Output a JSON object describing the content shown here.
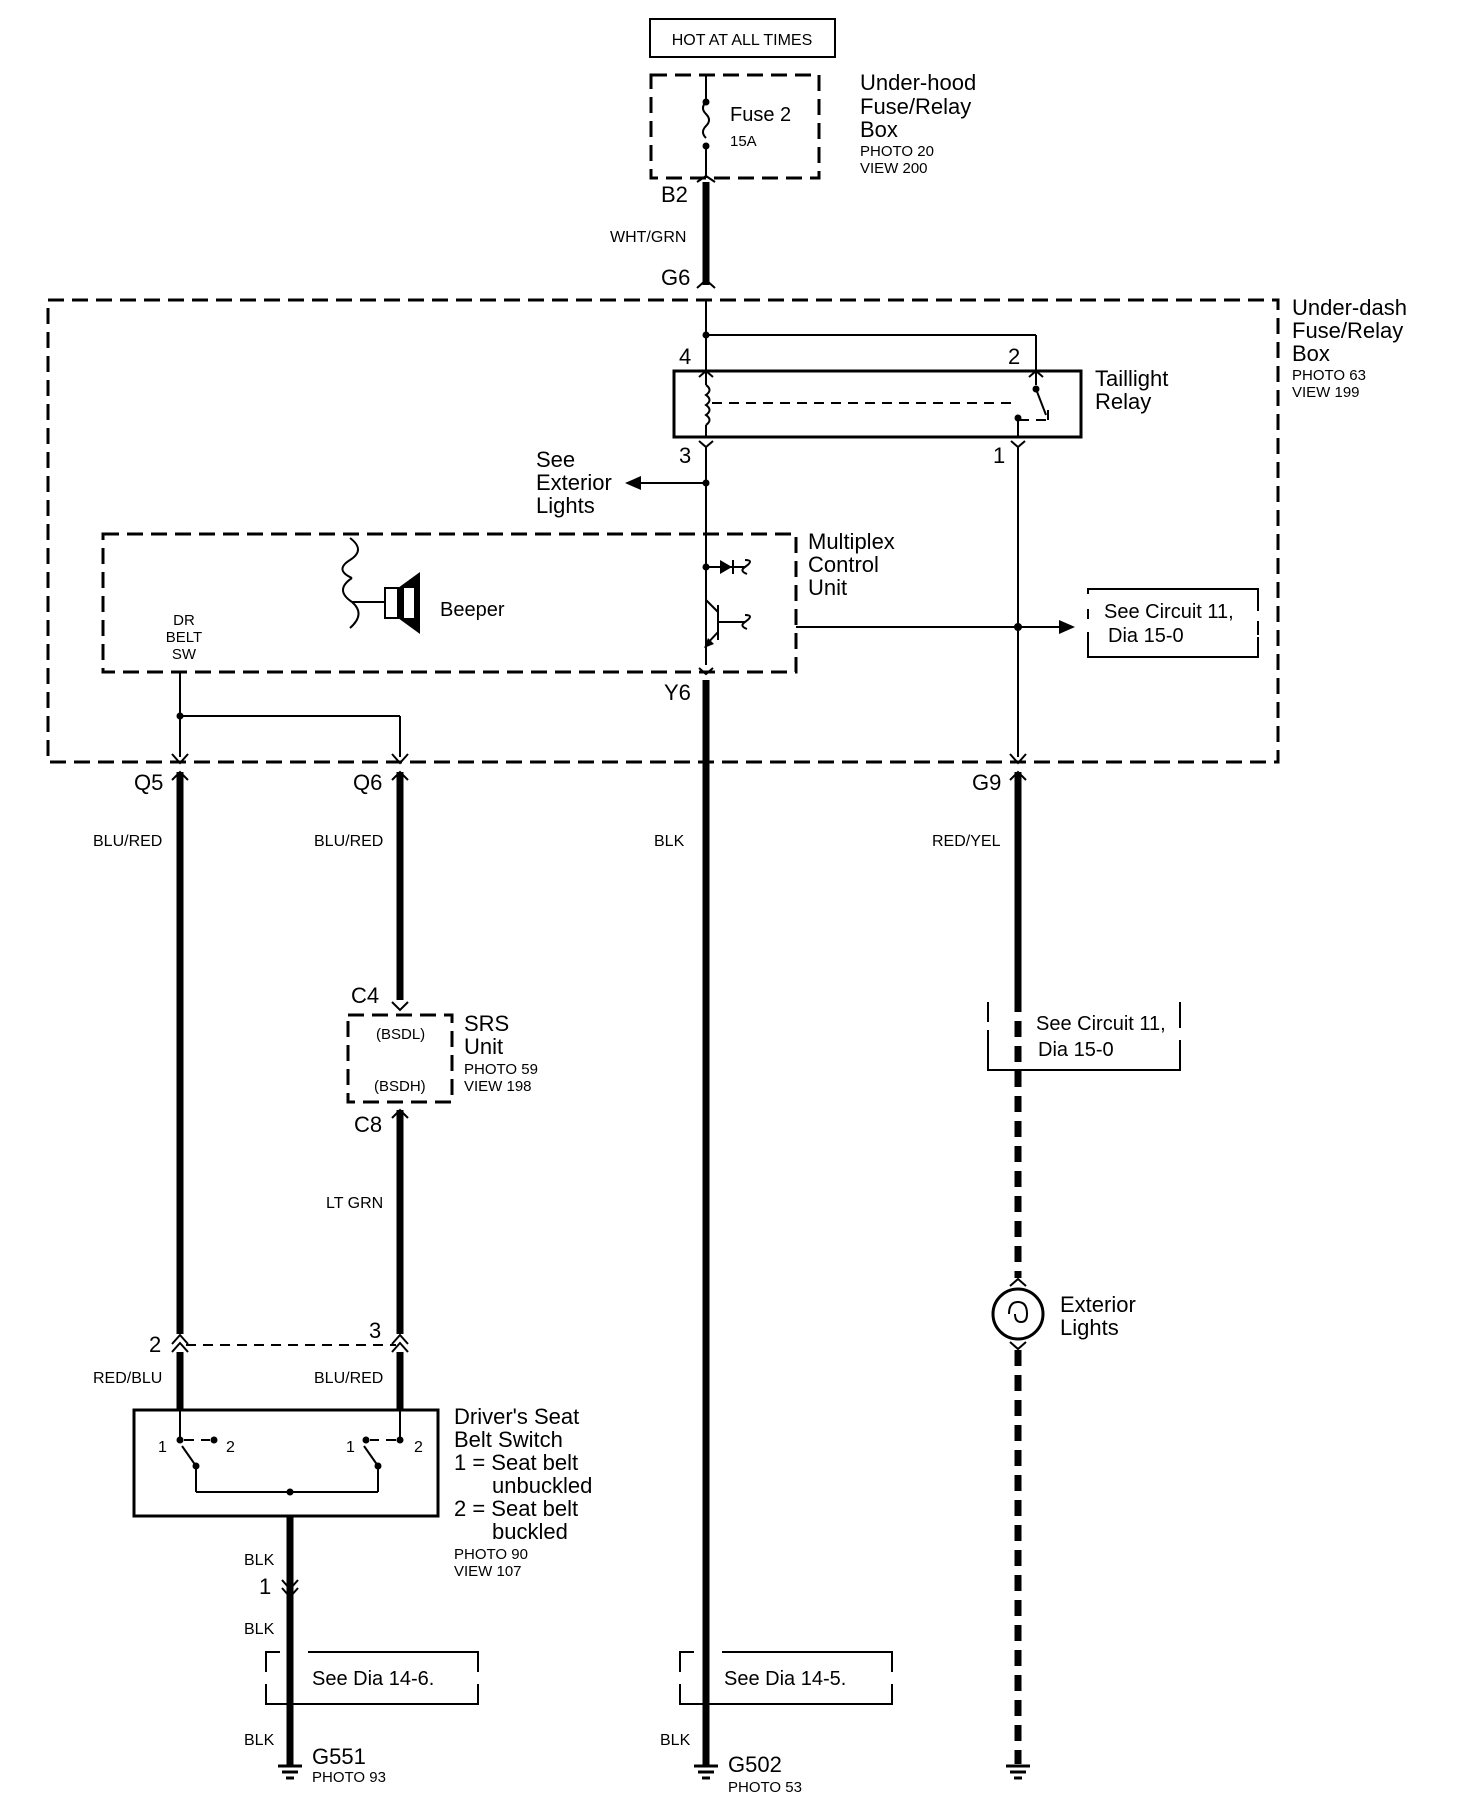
{
  "power_label": "HOT AT ALL TIMES",
  "underhood_box": {
    "title_1": "Under-hood",
    "title_2": "Fuse/Relay",
    "title_3": "Box",
    "photo": "PHOTO 20",
    "view": "VIEW 200",
    "fuse_name": "Fuse 2",
    "fuse_rating": "15A"
  },
  "underdash_box": {
    "title_1": "Under-dash",
    "title_2": "Fuse/Relay",
    "title_3": "Box",
    "photo": "PHOTO 63",
    "view": "VIEW 199"
  },
  "taillight_relay": {
    "title_1": "Taillight",
    "title_2": "Relay",
    "pin_4": "4",
    "pin_2": "2",
    "pin_3": "3",
    "pin_1": "1"
  },
  "see_exterior": {
    "l1": "See",
    "l2": "Exterior",
    "l3": "Lights"
  },
  "multiplex": {
    "title_1": "Multiplex",
    "title_2": "Control",
    "title_3": "Unit",
    "beeper": "Beeper",
    "dr_1": "DR",
    "dr_2": "BELT",
    "dr_3": "SW"
  },
  "ref_circuit_top": {
    "l1": "See Circuit 11,",
    "l2": "Dia 15-0"
  },
  "ref_circuit_mid": {
    "l1": "See Circuit 11,",
    "l2": "Dia 15-0"
  },
  "connectors": {
    "b2": "B2",
    "g6": "G6",
    "y6": "Y6",
    "q5": "Q5",
    "q6": "Q6",
    "g9": "G9",
    "c4": "C4",
    "c8": "C8"
  },
  "wires": {
    "wht_grn": "WHT/GRN",
    "q5_color": "BLU/RED",
    "q6_color": "BLU/RED",
    "y6_color": "BLK",
    "g9_color": "RED/YEL",
    "c8_color": "LT GRN",
    "sw2_color": "RED/BLU",
    "sw3_color": "BLU/RED",
    "sw_out_color": "BLK",
    "sw_out2_color": "BLK",
    "g551_color": "BLK",
    "g502_color": "BLK"
  },
  "srs": {
    "title_1": "SRS",
    "title_2": "Unit",
    "photo": "PHOTO 59",
    "view": "VIEW 198",
    "bsdl": "(BSDL)",
    "bsdh": "(BSDH)"
  },
  "exterior_lights": {
    "l1": "Exterior",
    "l2": "Lights"
  },
  "seat_switch": {
    "title_1": "Driver's Seat",
    "title_2": "Belt Switch",
    "legend_1a": "1 = Seat belt",
    "legend_1b": "unbuckled",
    "legend_2a": "2 = Seat belt",
    "legend_2b": "buckled",
    "photo": "PHOTO 90",
    "view": "VIEW 107",
    "pin_2": "2",
    "pin_3": "3",
    "pin_1": "1",
    "contact_a1": "1",
    "contact_a2": "2",
    "contact_b1": "1",
    "contact_b2": "2"
  },
  "dia_refs": {
    "left": "See Dia 14-6.",
    "mid": "See Dia 14-5."
  },
  "grounds": {
    "g551": "G551",
    "g551_photo": "PHOTO 93",
    "g502": "G502",
    "g502_photo": "PHOTO 53"
  }
}
